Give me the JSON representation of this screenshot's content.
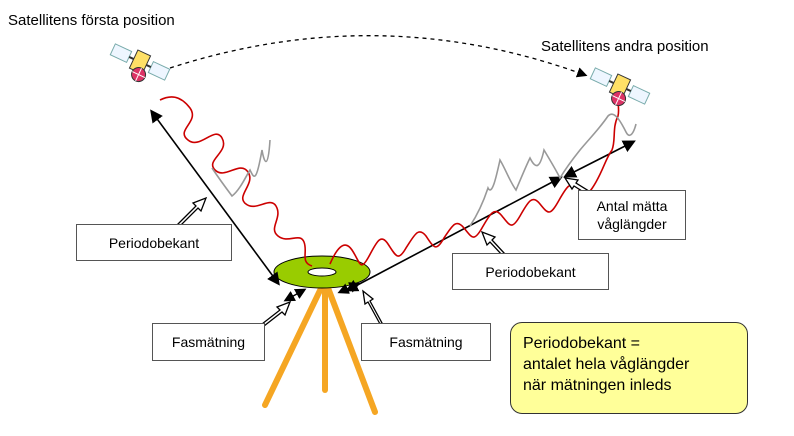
{
  "title_first_position": "Satellitens första position",
  "title_second_position": "Satellitens andra position",
  "labels": {
    "periodobekant_left": "Periodobekant",
    "periodobekant_right": "Periodobekant",
    "antal_matta_line1": "Antal mätta",
    "antal_matta_line2": "våglängder",
    "fasmatning_left": "Fasmätning",
    "fasmatning_right": "Fasmätning"
  },
  "note": {
    "line1": "Periodobekant =",
    "line2": "antalet hela våglängder",
    "line3": "när mätningen inleds"
  },
  "colors": {
    "wave_red": "#cc0000",
    "wave_gray": "#999999",
    "note_fill": "#ffff99",
    "antenna_green": "#99cc00",
    "tripod_orange": "#f5a623"
  },
  "icons": [
    "satellite-icon",
    "antenna-icon",
    "tripod-icon"
  ]
}
